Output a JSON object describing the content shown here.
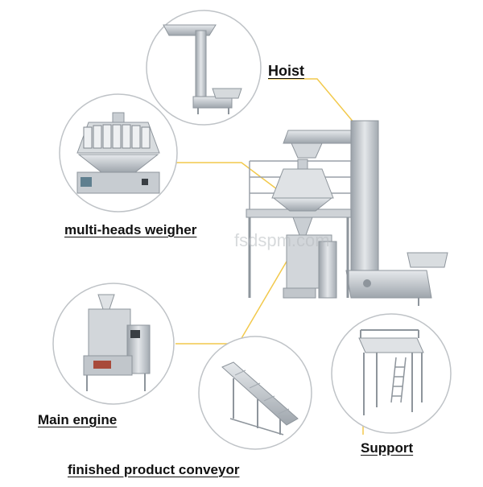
{
  "labels": {
    "hoist": "Hoist",
    "weigher": "multi-heads weigher",
    "engine": "Main engine",
    "support": "Support",
    "conveyor": "finished product conveyor"
  },
  "watermark": "fsdspm.com",
  "colors": {
    "leader_line": "#f2c94c",
    "steel": "#c7ccd1",
    "steel_dark": "#8e959c",
    "circle_border": "#bfc3c7"
  }
}
